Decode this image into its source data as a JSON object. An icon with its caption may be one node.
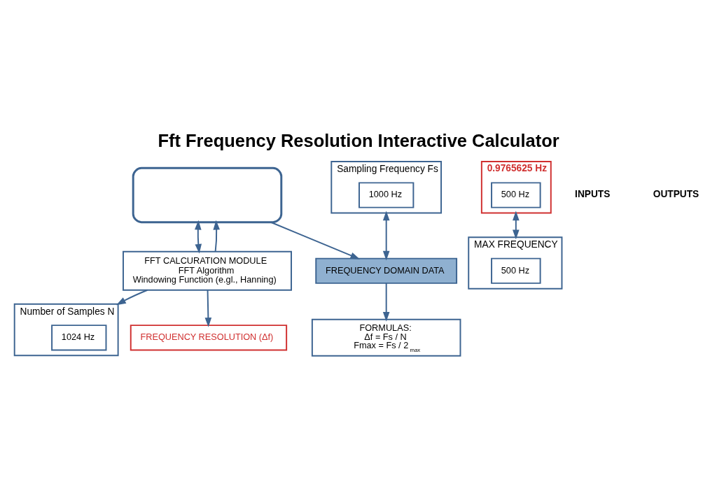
{
  "diagram": {
    "title": "Fft Frequency Resolution Interactive Calculator",
    "nodes": [
      {
        "text": [],
        "shape": "box"
      },
      {
        "text": [
          "Sampling Frequency Fs"
        ]
      },
      {
        "text": [
          "1000 Hz"
        ],
        "in": 1
      },
      {
        "text": [
          "Number of Samples N"
        ]
      },
      {
        "text": [
          "1024 Hz"
        ],
        "in": 3
      },
      {
        "text": [
          "FFT CALCURATION MODULE",
          "FFT Algorithm",
          "Windowing Function (e.gl., Hanning)"
        ]
      },
      {
        "text": [
          "FREQUENCY RESOLUTION (Δf)"
        ]
      },
      {
        "text": [
          "0.9765625 Hz"
        ]
      },
      {
        "text": [
          "500 Hz"
        ],
        "in": 7
      },
      {
        "text": [
          "MAX FREQUENCY"
        ]
      },
      {
        "text": [
          "500 Hz"
        ],
        "in": 9
      },
      {
        "text": [
          "FREQUENCY DOMAIN DATA"
        ]
      },
      {
        "text": [
          "FORMULAS:",
          "Δf = Fs / N",
          "Fmax = Fs / 2$_{max}$"
        ]
      }
    ],
    "edges": [
      {
        "from": 5,
        "to": 0,
        "arrow": "to"
      },
      {
        "from": 0,
        "to": 5,
        "arrow": "both"
      },
      {
        "from": 5,
        "to": 3,
        "arrow": "to"
      },
      {
        "from": 1,
        "to": 11,
        "arrow": "both"
      },
      {
        "from": 0,
        "to": 11,
        "arrow": "to"
      },
      {
        "from": 5,
        "to": 6,
        "arrow": "to"
      },
      {
        "from": 7,
        "to": 9,
        "arrow": "both"
      },
      {
        "from": 11,
        "to": 12,
        "arrow": "to"
      }
    ],
    "labels": [
      "INPUTS",
      "OUTPUTS"
    ]
  }
}
